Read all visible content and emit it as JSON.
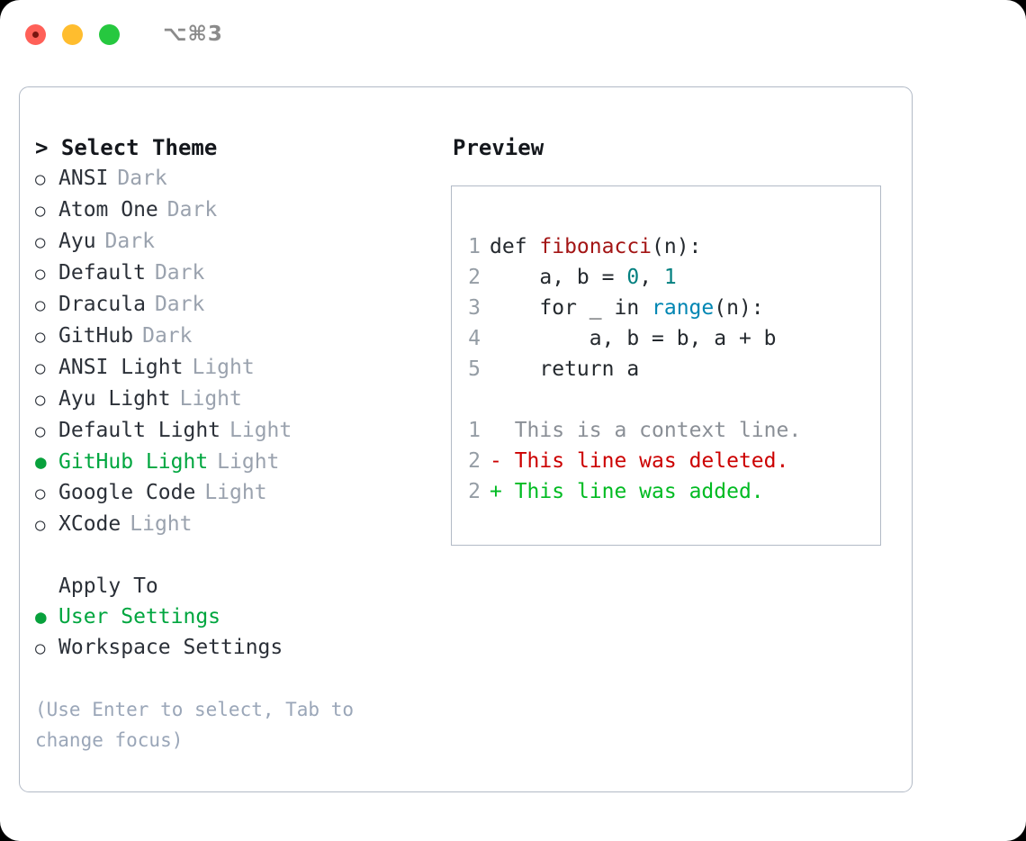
{
  "titlebar": {
    "shortcut": "⌥⌘3",
    "lights": [
      "close",
      "minimize",
      "zoom"
    ]
  },
  "theme_panel": {
    "header": "> Select Theme",
    "marker_selected": "●",
    "marker_unselected": "○",
    "items": [
      {
        "name": "ANSI",
        "variant": "Dark",
        "selected": false
      },
      {
        "name": "Atom One",
        "variant": "Dark",
        "selected": false
      },
      {
        "name": "Ayu",
        "variant": "Dark",
        "selected": false
      },
      {
        "name": "Default",
        "variant": "Dark",
        "selected": false
      },
      {
        "name": "Dracula",
        "variant": "Dark",
        "selected": false
      },
      {
        "name": "GitHub",
        "variant": "Dark",
        "selected": false
      },
      {
        "name": "ANSI Light",
        "variant": "Light",
        "selected": false
      },
      {
        "name": "Ayu Light",
        "variant": "Light",
        "selected": false
      },
      {
        "name": "Default Light",
        "variant": "Light",
        "selected": false
      },
      {
        "name": "GitHub Light",
        "variant": "Light",
        "selected": true
      },
      {
        "name": "Google Code",
        "variant": "Light",
        "selected": false
      },
      {
        "name": "XCode",
        "variant": "Light",
        "selected": false
      }
    ]
  },
  "apply_to": {
    "header": "Apply To",
    "options": [
      {
        "label": "User Settings",
        "selected": true
      },
      {
        "label": "Workspace Settings",
        "selected": false
      }
    ]
  },
  "hint": "(Use Enter to select, Tab to change focus)",
  "preview": {
    "title": "Preview",
    "code_lines": [
      {
        "no": "1",
        "segments": [
          {
            "text": "def ",
            "type": "plain"
          },
          {
            "text": "fibonacci",
            "type": "function"
          },
          {
            "text": "(n):",
            "type": "plain"
          }
        ]
      },
      {
        "no": "2",
        "segments": [
          {
            "text": "    a, b = ",
            "type": "plain"
          },
          {
            "text": "0",
            "type": "number"
          },
          {
            "text": ", ",
            "type": "plain"
          },
          {
            "text": "1",
            "type": "number"
          }
        ]
      },
      {
        "no": "3",
        "segments": [
          {
            "text": "    for _ in ",
            "type": "plain"
          },
          {
            "text": "range",
            "type": "builtin"
          },
          {
            "text": "(n):",
            "type": "plain"
          }
        ]
      },
      {
        "no": "4",
        "segments": [
          {
            "text": "        a, b = b, a + b",
            "type": "plain"
          }
        ]
      },
      {
        "no": "5",
        "segments": [
          {
            "text": "    return a",
            "type": "plain"
          }
        ]
      }
    ],
    "diff_lines": [
      {
        "no": "1",
        "marker": " ",
        "text": "This is a context line.",
        "type": "context"
      },
      {
        "no": "2",
        "marker": "-",
        "text": "This line was deleted.",
        "type": "deleted"
      },
      {
        "no": "2",
        "marker": "+",
        "text": "This line was added.",
        "type": "added"
      }
    ]
  },
  "colors": {
    "accent_green": "#00a63f",
    "muted": "#959da5",
    "border": "#b2bac6",
    "function_red": "#a31515",
    "number_teal": "#038080",
    "builtin_blue": "#0086b3",
    "diff_deleted": "#cc0000",
    "diff_added": "#00bb22",
    "text": "#24292e"
  }
}
